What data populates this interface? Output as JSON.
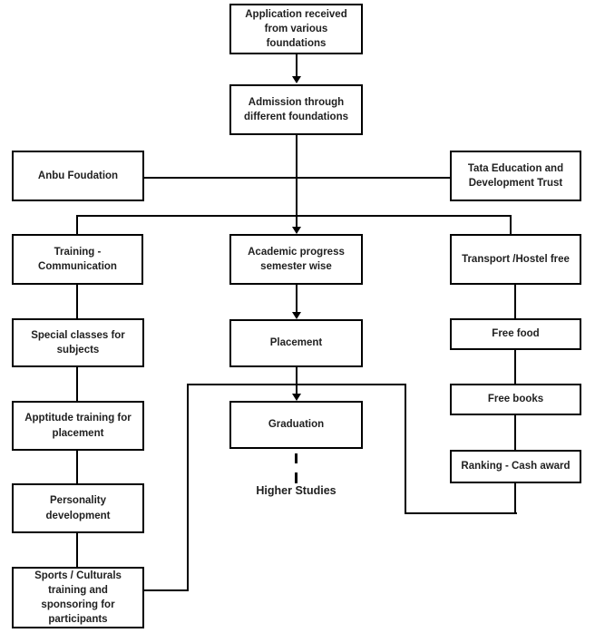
{
  "diagram": {
    "type": "flowchart",
    "nodes": {
      "application": {
        "label": "Application received\nfrom various\nfoundations"
      },
      "admission": {
        "label": "Admission through\ndifferent foundations"
      },
      "anbu": {
        "label": "Anbu Foudation"
      },
      "tata": {
        "label": "Tata Education and\nDevelopment Trust"
      },
      "training": {
        "label": "Training -\nCommunication"
      },
      "academic": {
        "label": "Academic progress\nsemester wise"
      },
      "transport": {
        "label": "Transport /Hostel free"
      },
      "special_classes": {
        "label": "Special classes for\nsubjects"
      },
      "aptitude": {
        "label": "Apptitude training for\nplacement"
      },
      "personality": {
        "label": "Personality\ndevelopment"
      },
      "sports": {
        "label": "Sports / Culturals\ntraining and\nsponsoring for\nparticipants"
      },
      "placement": {
        "label": "Placement"
      },
      "graduation": {
        "label": "Graduation"
      },
      "free_food": {
        "label": "Free food"
      },
      "free_books": {
        "label": "Free books"
      },
      "ranking": {
        "label": "Ranking - Cash award"
      },
      "higher_studies": {
        "label": "Higher Studies"
      }
    },
    "edges": [
      "application -> admission (arrow)",
      "admission -> academic (arrow)",
      "anbu - tata (horizontal tie through admission line)",
      "branch -> training",
      "branch -> transport",
      "training -> special_classes -> aptitude -> personality -> sports",
      "academic -> placement (arrow)",
      "placement -> graduation (arrow)",
      "sports -> graduation (via left riser)",
      "ranking -> graduation (via right riser)",
      "transport -> free_food -> free_books -> ranking",
      "graduation -> higher_studies (dashed)"
    ],
    "colors": {
      "line": "#000000",
      "text": "#1f1f1f",
      "box_background": "#ffffff",
      "page_background": "#ffffff"
    }
  }
}
